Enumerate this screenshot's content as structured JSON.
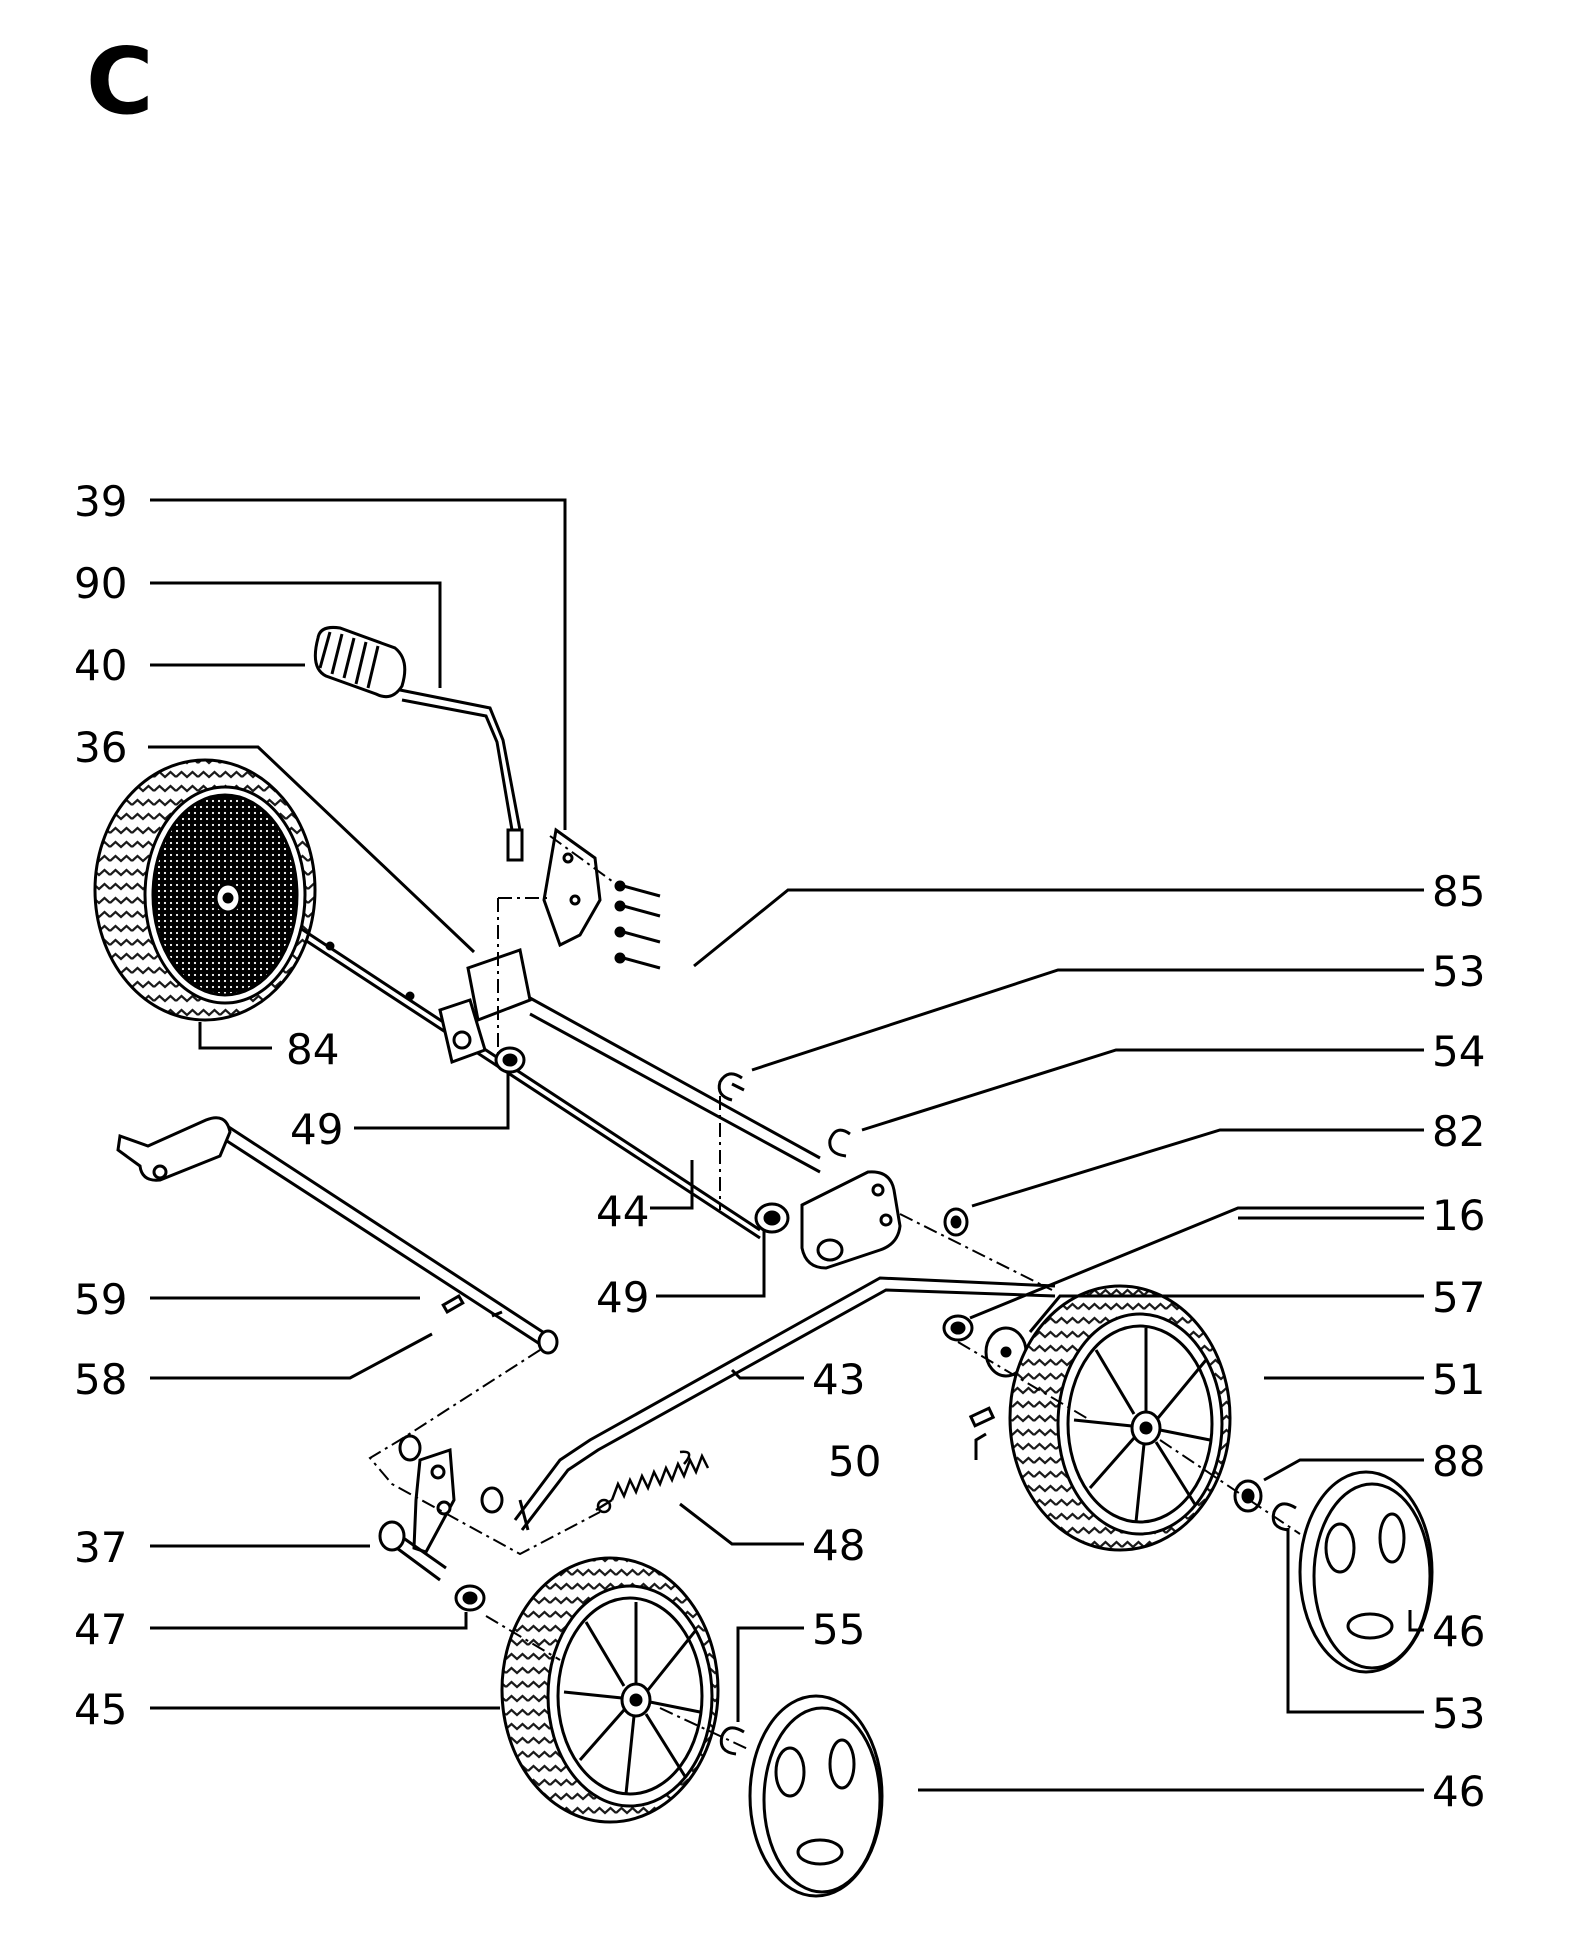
{
  "section_letter": "C",
  "colors": {
    "ink": "#000000",
    "paper": "#ffffff"
  },
  "callouts": {
    "left": [
      "39",
      "90",
      "40",
      "36",
      "84",
      "49",
      "44",
      "49",
      "59",
      "58",
      "37",
      "47",
      "45"
    ],
    "middle": [
      "43",
      "50",
      "48",
      "55"
    ],
    "right": [
      "85",
      "53",
      "54",
      "82",
      "16",
      "57",
      "51",
      "88",
      "46",
      "53",
      "46"
    ]
  }
}
